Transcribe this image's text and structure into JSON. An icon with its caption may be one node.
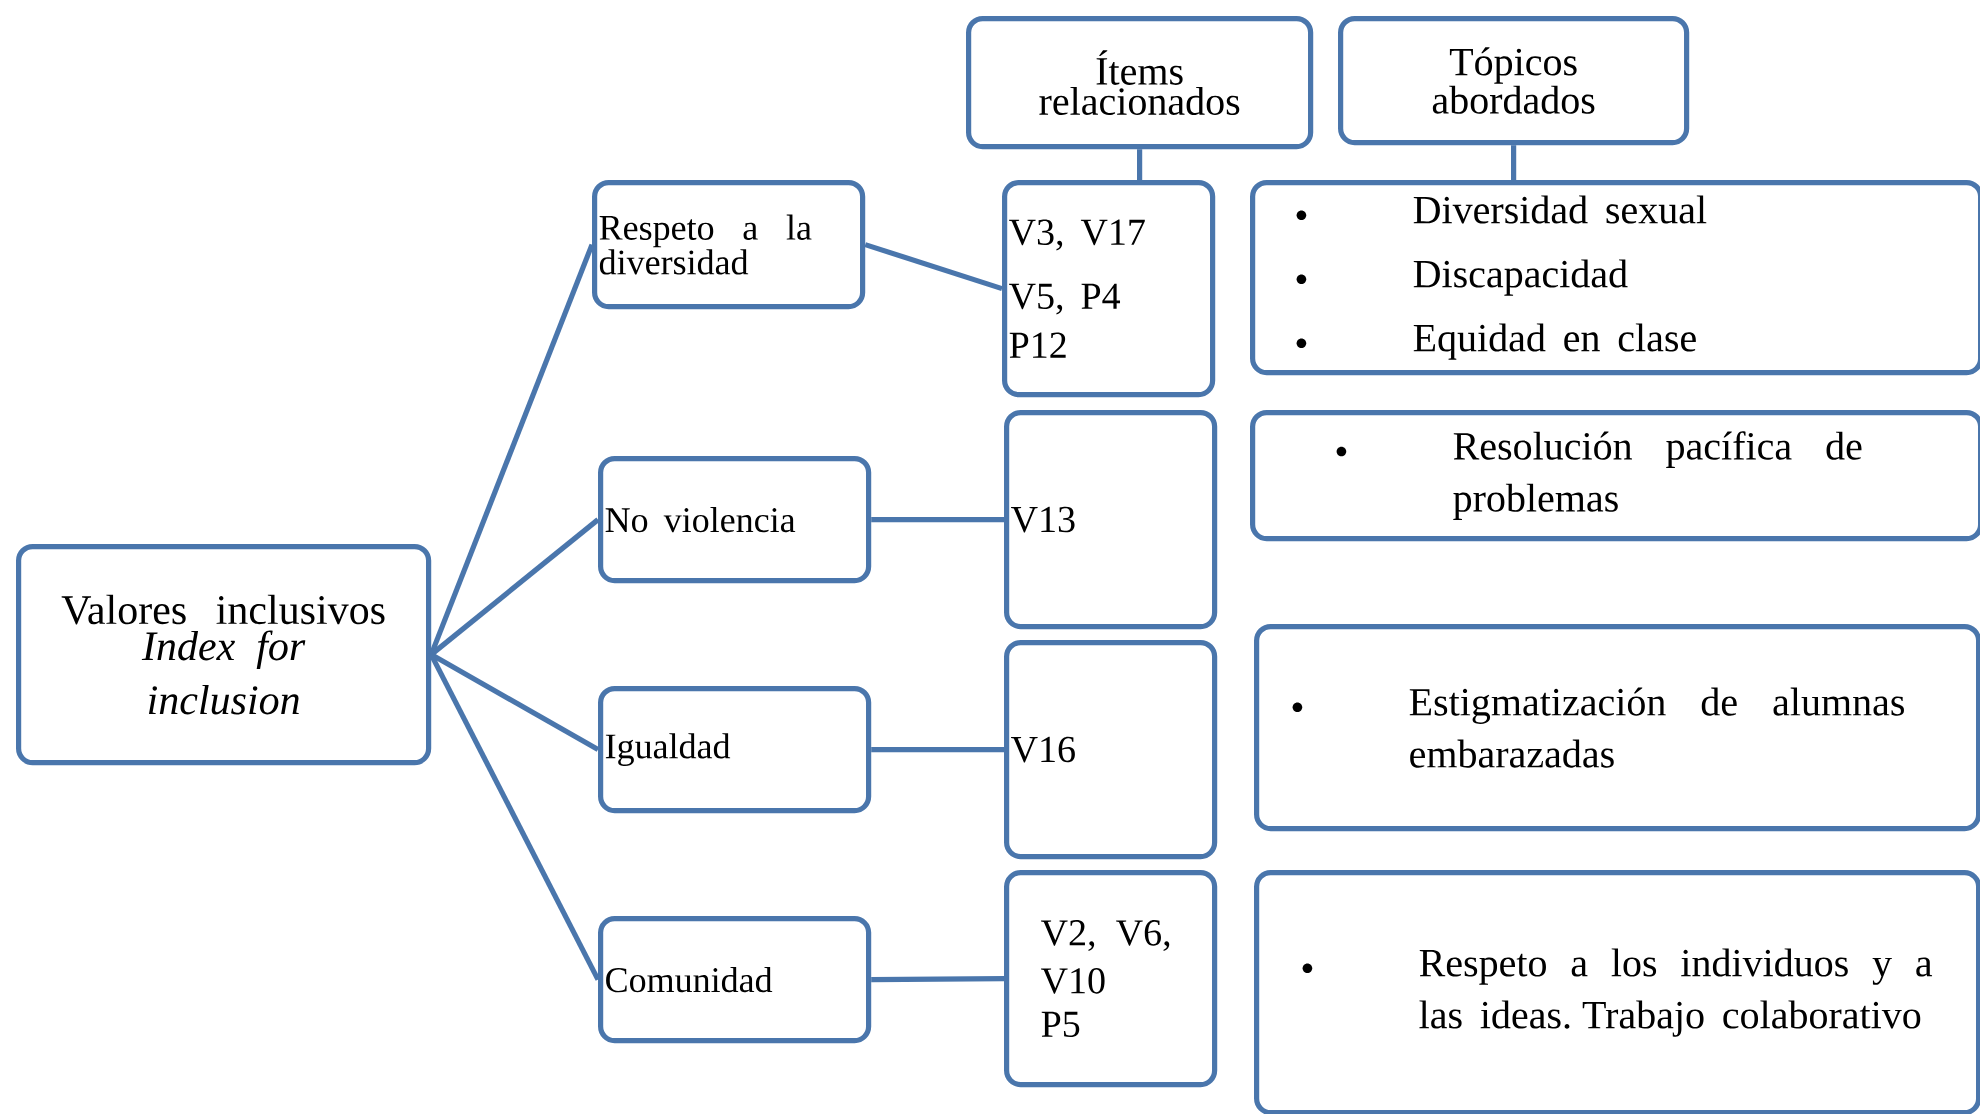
{
  "diagram": {
    "nodes": [
      {
        "text": [
          "Valores inclusivos",
          "Index for inclusion"
        ]
      },
      {
        "text": [
          "Respeto a la diversidad"
        ]
      },
      {
        "text": [
          "No violencia"
        ]
      },
      {
        "text": [
          "Igualdad"
        ]
      },
      {
        "text": [
          "Comunidad"
        ]
      },
      {
        "text": [
          "Ítems relacionados"
        ]
      },
      {
        "text": [
          "Tópicos abordados"
        ]
      },
      {
        "text": [
          "V3, V17",
          "V5, P4",
          "P12"
        ]
      },
      {
        "text": [
          "V13"
        ]
      },
      {
        "text": [
          "V16"
        ]
      },
      {
        "text": [
          "V2, V6, V10",
          "P5"
        ]
      },
      {
        "text": [
          "Diversidad sexual",
          "Discapacidad",
          "Equidad en clase"
        ]
      },
      {
        "text": [
          "Resolución pacífica de problemas"
        ]
      },
      {
        "text": [
          "Estigmatización de alumnas embarazadas"
        ]
      },
      {
        "text": [
          "Respeto a los individuos y a las ideas. Trabajo colaborativo"
        ]
      }
    ],
    "edges": [
      {
        "from": 0,
        "to": 1,
        "arrow": "none"
      },
      {
        "from": 0,
        "to": 2,
        "arrow": "none"
      },
      {
        "from": 0,
        "to": 3,
        "arrow": "none"
      },
      {
        "from": 0,
        "to": 4,
        "arrow": "none"
      },
      {
        "from": 5,
        "to": 7,
        "arrow": "none"
      },
      {
        "from": 6,
        "to": 11,
        "arrow": "none"
      },
      {
        "from": 1,
        "to": 7,
        "arrow": "none"
      },
      {
        "from": 2,
        "to": 8,
        "arrow": "none"
      },
      {
        "from": 3,
        "to": 9,
        "arrow": "none"
      },
      {
        "from": 4,
        "to": 10,
        "arrow": "none"
      }
    ]
  }
}
